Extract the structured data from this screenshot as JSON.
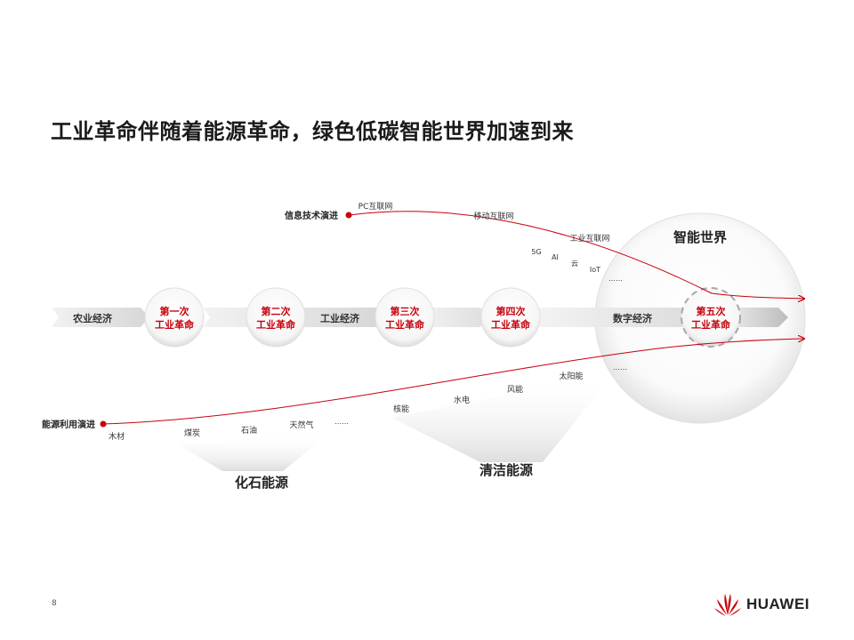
{
  "slide": {
    "title": "工业革命伴随着能源革命，绿色低碳智能世界加速到来",
    "page_number": "8",
    "brand": "HUAWEI"
  },
  "colors": {
    "accent_red": "#c7000b",
    "text_dark": "#1a1a1a",
    "band_grey": "#d9d9d9"
  },
  "diagram": {
    "band_labels": {
      "agri": "农业经济",
      "industrial": "工业经济",
      "digital": "数字经济"
    },
    "revolutions": [
      {
        "line1": "第一次",
        "line2": "工业革命"
      },
      {
        "line1": "第二次",
        "line2": "工业革命"
      },
      {
        "line1": "第三次",
        "line2": "工业革命"
      },
      {
        "line1": "第四次",
        "line2": "工业革命"
      },
      {
        "line1": "第五次",
        "line2": "工业革命"
      }
    ],
    "smart_world": "智能世界",
    "info_tech": {
      "label": "信息技术演进",
      "items": [
        "PC互联网",
        "移动互联网",
        "工业互联网",
        "5G",
        "AI",
        "云",
        "IoT",
        "……"
      ]
    },
    "energy": {
      "label": "能源利用演进",
      "items": [
        "木材",
        "煤炭",
        "石油",
        "天然气",
        "……",
        "核能",
        "水电",
        "风能",
        "太阳能",
        "……"
      ]
    },
    "groups": {
      "fossil": "化石能源",
      "clean": "清洁能源"
    }
  }
}
